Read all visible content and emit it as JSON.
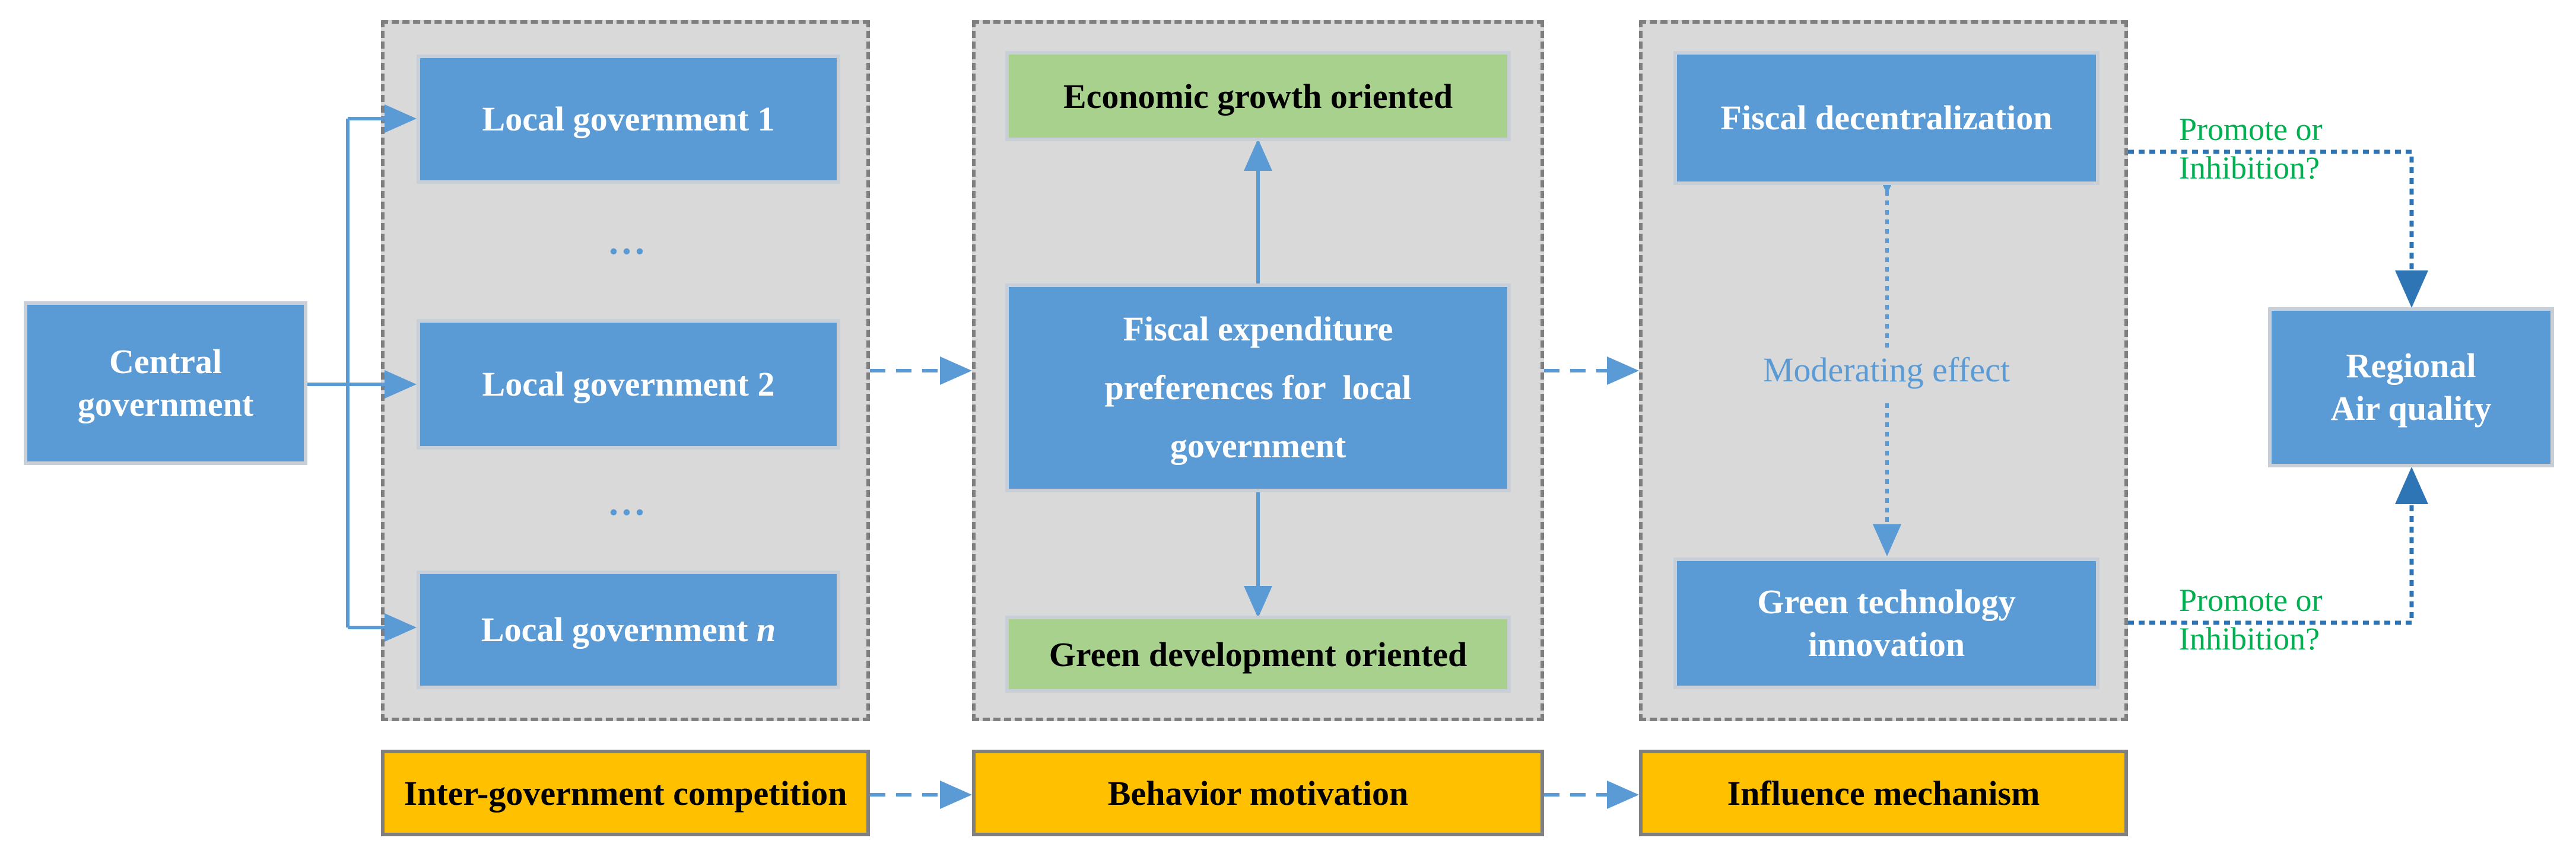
{
  "central": {
    "line1": "Central",
    "line2": "government"
  },
  "local_governments": {
    "item1": "Local government 1",
    "item2": "Local government 2",
    "itemn_prefix": "Local government ",
    "itemn_suffix": "n",
    "ellipsis": "..."
  },
  "behavior": {
    "economic": "Economic growth oriented",
    "fiscal_line1": "Fiscal expenditure",
    "fiscal_line2": "preferences for  local",
    "fiscal_line3": "government",
    "green": "Green development oriented"
  },
  "mechanism": {
    "fiscal_decentralization": "Fiscal decentralization",
    "moderating": "Moderating effect",
    "green_tech_line1": "Green technology",
    "green_tech_line2": "innovation"
  },
  "outcome": {
    "line1": "Regional",
    "line2": "Air quality"
  },
  "relation_labels": {
    "top_line1": "Promote or",
    "top_line2": "Inhibition?",
    "bottom_line1": "Promote or",
    "bottom_line2": "Inhibition?"
  },
  "stages": {
    "competition": "Inter-government competition",
    "motivation": "Behavior motivation",
    "mechanism": "Influence mechanism"
  },
  "colors": {
    "blue_box": "#5b9bd5",
    "green_box": "#a9d18e",
    "orange_box": "#ffc000",
    "panel": "#d9d9d9",
    "relation_text": "#00b050",
    "dotted_arrow": "#2e75b6"
  }
}
